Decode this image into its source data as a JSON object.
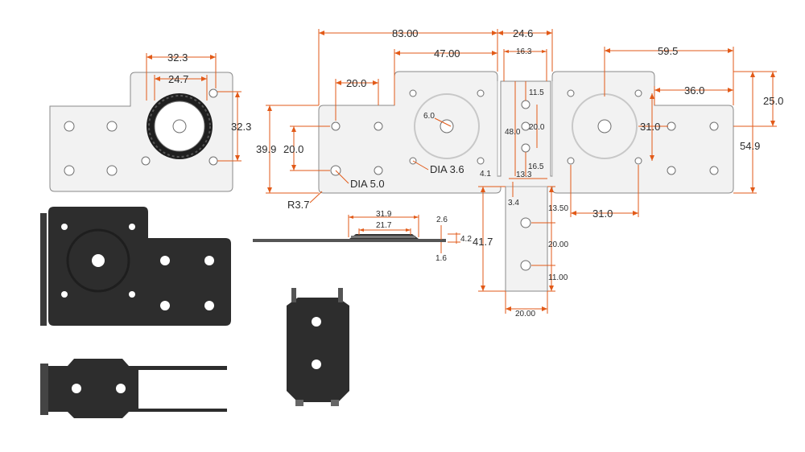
{
  "colors": {
    "dimension": "#e25a18",
    "plate": "#f2f2f2",
    "outline": "#8a8a8a",
    "dark_part": "#2d2d2d"
  },
  "small_plate": {
    "width": "32.3",
    "inner": "24.7",
    "height": "32.3"
  },
  "main_plate": {
    "overall": "83.00",
    "center_width": "24.6",
    "motor_offset": "47.00",
    "right_width": "59.5",
    "left_hole_spacing": "20.0",
    "motor_boss": "6.0",
    "left_height": "39.9",
    "left_hole_vertical": "20.0",
    "right_motor_offset": "36.0",
    "right_step": "25.0",
    "right_height": "54.9",
    "right_hole_vertical": "31.0",
    "bottom_hole_spacing": "31.0",
    "corner_radius": "R3.7",
    "dia_large": "DIA 5.0",
    "dia_small": "DIA 3.6"
  },
  "center_strip": {
    "top_width": "16.3",
    "d1": "11.5",
    "d2": "48.0",
    "d3": "20.0",
    "d4": "16.5",
    "d5": "13.3",
    "d6": "4.1",
    "d7": "3.4"
  },
  "tab": {
    "d1": "13.50",
    "d2": "20.00",
    "d3": "11.00",
    "height": "41.7",
    "width": "20.00"
  },
  "side_view": {
    "outer": "31.9",
    "inner": "21.7",
    "t1": "2.6",
    "t2": "4.2",
    "t3": "1.6"
  }
}
